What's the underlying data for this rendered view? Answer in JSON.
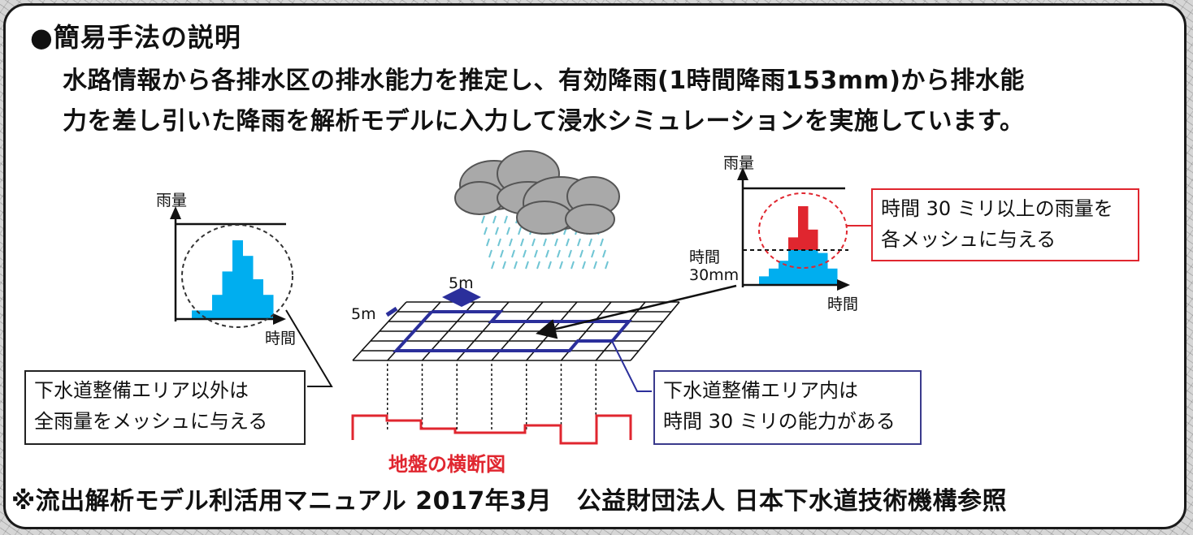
{
  "heading": "●簡易手法の説明",
  "intro_line1": "水路情報から各排水区の排水能力を推定し、有効降雨(1時間降雨153mm)から排水能",
  "intro_line2": "力を差し引いた降雨を解析モデルに入力して浸水シミュレーションを実施しています。",
  "left_chart": {
    "y_label": "雨量",
    "x_label": "時間",
    "values": [
      1,
      1,
      3,
      6,
      10,
      8,
      5,
      3
    ]
  },
  "right_chart": {
    "y_label": "雨量",
    "x_label": "時間",
    "threshold_label": "時間\n30mm",
    "values": [
      1,
      2,
      3,
      6,
      10,
      7,
      4,
      2
    ]
  },
  "grid": {
    "x_dim": "5m",
    "y_dim": "5m"
  },
  "box_outside": {
    "line1": "下水道整備エリア以外は",
    "line2": "全雨量をメッシュに与える"
  },
  "box_inside": {
    "line1": "下水道整備エリア内は",
    "line2": "時間 30 ミリの能力がある"
  },
  "box_above": {
    "line1": "時間 30 ミリ以上の雨量を",
    "line2": "各メッシュに与える"
  },
  "cross_section_label": "地盤の横断図",
  "source": "※流出解析モデル利活用マニュアル 2017年3月　公益財団法人 日本下水道技術機構参照",
  "colors": {
    "bar": "#00aeef",
    "excess": "#e0262f",
    "rain": "#6fc5d4",
    "cloud": "#a9a9a9",
    "sewer": "#2b2f9b",
    "box_inside_border": "#3a3a8c"
  }
}
